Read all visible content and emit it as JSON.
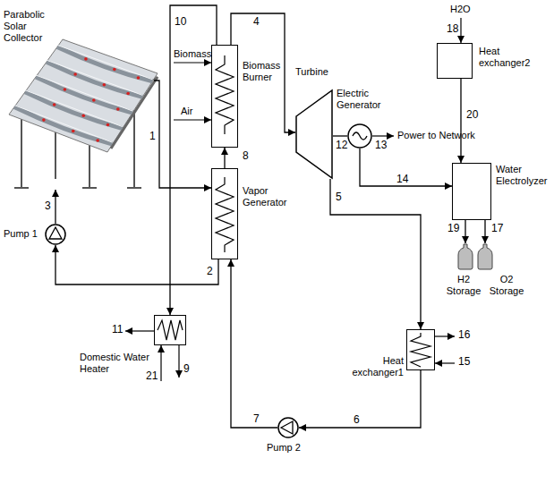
{
  "diagram": {
    "nodes": [
      {
        "text": [
          "Parabolic Solar Collector"
        ]
      },
      {
        "text": [
          "Pump 1"
        ]
      },
      {
        "text": [
          "Biomass Burner"
        ]
      },
      {
        "text": [
          "Vapor Generator"
        ]
      },
      {
        "text": [
          "Domestic Water Heater"
        ]
      },
      {
        "text": [
          "Turbine"
        ]
      },
      {
        "text": [
          "Electric Generator"
        ]
      },
      {
        "text": [
          "Heat exchanger2"
        ]
      },
      {
        "text": [
          "Water Electrolyzer"
        ]
      },
      {
        "text": [
          "H2 Storage"
        ]
      },
      {
        "text": [
          "O2 Storage"
        ]
      },
      {
        "text": [
          "Heat exchanger1"
        ]
      },
      {
        "text": [
          "Pump 2"
        ]
      }
    ],
    "edges": [
      {
        "from": 0,
        "to": 3,
        "label": "1",
        "arrow": "to"
      },
      {
        "from": 3,
        "to": 1,
        "label": "2",
        "arrow": "to"
      },
      {
        "from": 1,
        "to": 0,
        "label": "3",
        "arrow": "to"
      },
      {
        "from": 2,
        "to": 5,
        "label": "4",
        "arrow": "to"
      },
      {
        "from": 5,
        "to": 11,
        "label": "5",
        "arrow": "to"
      },
      {
        "from": 11,
        "to": 12,
        "label": "6",
        "arrow": "to"
      },
      {
        "from": 12,
        "to": 3,
        "label": "7",
        "arrow": "to"
      },
      {
        "from": 3,
        "to": 2,
        "label": "8",
        "arrow": "to"
      },
      {
        "from": 2,
        "to": 4,
        "label": "10",
        "arrow": "to"
      },
      {
        "from": 5,
        "to": 6,
        "label": "12",
        "arrow": "none"
      },
      {
        "from": 6,
        "to": 8,
        "label": "14",
        "arrow": "to"
      },
      {
        "from": 8,
        "to": 10,
        "label": "17",
        "arrow": "to"
      },
      {
        "from": 8,
        "to": 9,
        "label": "19",
        "arrow": "to"
      },
      {
        "from": 7,
        "to": 8,
        "label": "20",
        "arrow": "to"
      }
    ],
    "labels": [
      "Biomass",
      "Air",
      "13",
      "Power to Network",
      "H2O",
      "18",
      "16",
      "15",
      "11",
      "21",
      "9"
    ]
  }
}
